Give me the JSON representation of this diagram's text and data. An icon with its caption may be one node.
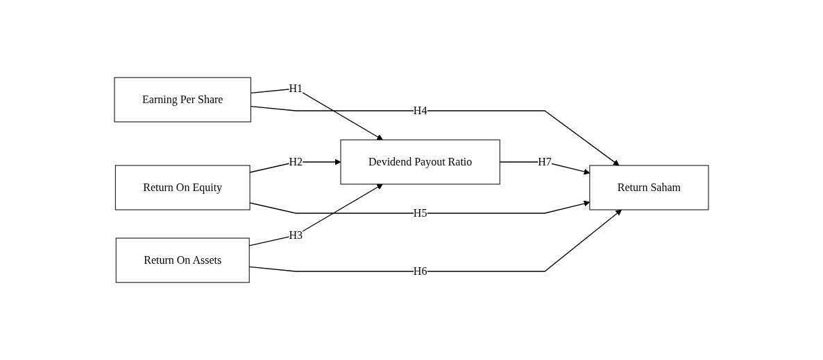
{
  "diagram": {
    "nodes": [
      {
        "text": [
          "Earning Per Share"
        ]
      },
      {
        "text": [
          "Return On Equity"
        ]
      },
      {
        "text": [
          "Return On Assets"
        ]
      },
      {
        "text": [
          "Devidend Payout Ratio"
        ]
      },
      {
        "text": [
          "Return Saham"
        ]
      }
    ],
    "edges": [
      {
        "from": 0,
        "to": 3,
        "arrow": "to",
        "label": "H1"
      },
      {
        "from": 1,
        "to": 3,
        "arrow": "to",
        "label": "H2"
      },
      {
        "from": 2,
        "to": 3,
        "arrow": "to",
        "label": "H3"
      },
      {
        "from": 0,
        "to": 4,
        "arrow": "to",
        "label": "H4"
      },
      {
        "from": 1,
        "to": 4,
        "arrow": "to",
        "label": "H5"
      },
      {
        "from": 2,
        "to": 4,
        "arrow": "to",
        "label": "H6"
      },
      {
        "from": 3,
        "to": 4,
        "arrow": "to",
        "label": "H7"
      }
    ]
  }
}
